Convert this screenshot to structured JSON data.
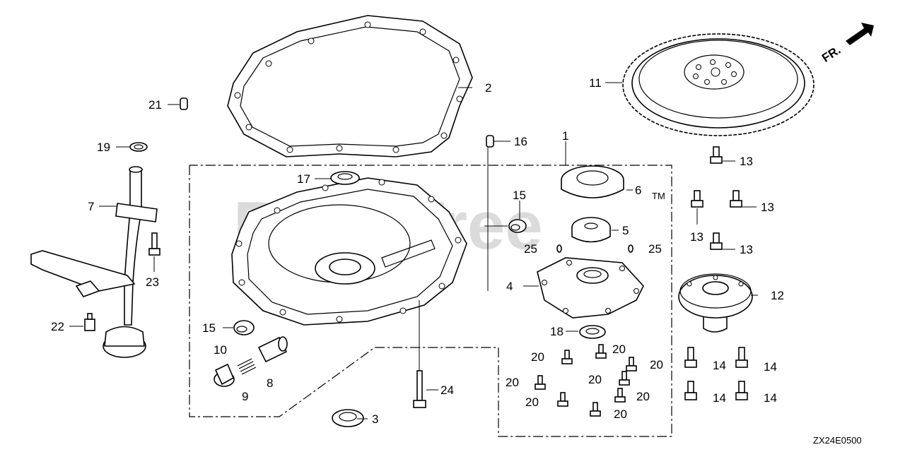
{
  "diagram": {
    "code": "ZX24E0500",
    "direction_label": "FR.",
    "watermark": "PartsTree",
    "trademark": "TM"
  },
  "callouts": [
    {
      "id": "c1",
      "label": "1"
    },
    {
      "id": "c2",
      "label": "2"
    },
    {
      "id": "c3",
      "label": "3"
    },
    {
      "id": "c4",
      "label": "4"
    },
    {
      "id": "c5",
      "label": "5"
    },
    {
      "id": "c6",
      "label": "6"
    },
    {
      "id": "c7",
      "label": "7"
    },
    {
      "id": "c8",
      "label": "8"
    },
    {
      "id": "c9",
      "label": "9"
    },
    {
      "id": "c10",
      "label": "10"
    },
    {
      "id": "c11",
      "label": "11"
    },
    {
      "id": "c12",
      "label": "12"
    },
    {
      "id": "c13a",
      "label": "13"
    },
    {
      "id": "c13b",
      "label": "13"
    },
    {
      "id": "c13c",
      "label": "13"
    },
    {
      "id": "c13d",
      "label": "13"
    },
    {
      "id": "c14a",
      "label": "14"
    },
    {
      "id": "c14b",
      "label": "14"
    },
    {
      "id": "c14c",
      "label": "14"
    },
    {
      "id": "c14d",
      "label": "14"
    },
    {
      "id": "c15a",
      "label": "15"
    },
    {
      "id": "c15b",
      "label": "15"
    },
    {
      "id": "c16",
      "label": "16"
    },
    {
      "id": "c17",
      "label": "17"
    },
    {
      "id": "c18",
      "label": "18"
    },
    {
      "id": "c19",
      "label": "19"
    },
    {
      "id": "c20a",
      "label": "20"
    },
    {
      "id": "c20b",
      "label": "20"
    },
    {
      "id": "c20c",
      "label": "20"
    },
    {
      "id": "c20d",
      "label": "20"
    },
    {
      "id": "c20e",
      "label": "20"
    },
    {
      "id": "c20f",
      "label": "20"
    },
    {
      "id": "c20g",
      "label": "20"
    },
    {
      "id": "c20h",
      "label": "20"
    },
    {
      "id": "c21",
      "label": "21"
    },
    {
      "id": "c22",
      "label": "22"
    },
    {
      "id": "c23",
      "label": "23"
    },
    {
      "id": "c24",
      "label": "24"
    },
    {
      "id": "c25a",
      "label": "25"
    },
    {
      "id": "c25b",
      "label": "25"
    }
  ]
}
